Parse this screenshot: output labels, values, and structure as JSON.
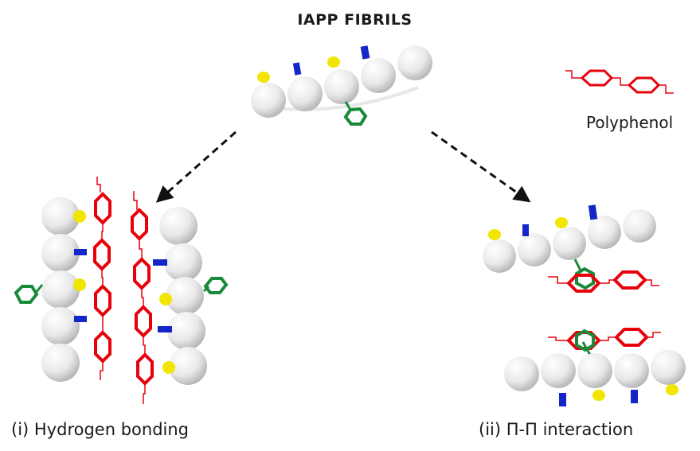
{
  "title": "IAPP FIBRILS",
  "legend": {
    "label": "Polyphenol"
  },
  "captions": {
    "hydrogen": "(i) Hydrogen bonding",
    "pipi": "(ii) Π-Π interaction"
  },
  "colors": {
    "bead": "#e6e6e6",
    "polyphenol": "#e8000b",
    "side_yellow": "#f2e600",
    "side_blue": "#1426c8",
    "side_green": "#1a8a3a",
    "arrow": "#111111"
  }
}
